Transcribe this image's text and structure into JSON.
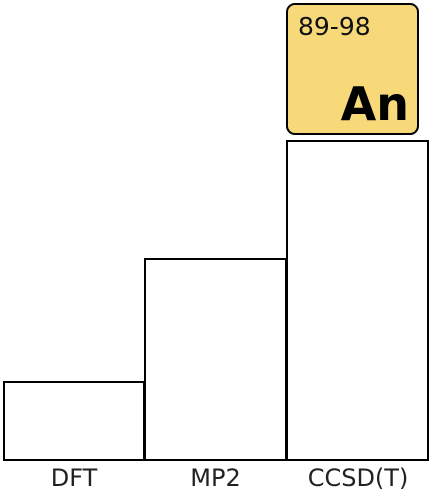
{
  "bars": [
    {
      "label": "DFT",
      "level": 1
    },
    {
      "label": "MP2",
      "level": 2
    },
    {
      "label": "CCSD(T)",
      "level": 3
    }
  ],
  "element_tile": {
    "range": "89-98",
    "symbol": "An",
    "color": "#f8d97a"
  }
}
